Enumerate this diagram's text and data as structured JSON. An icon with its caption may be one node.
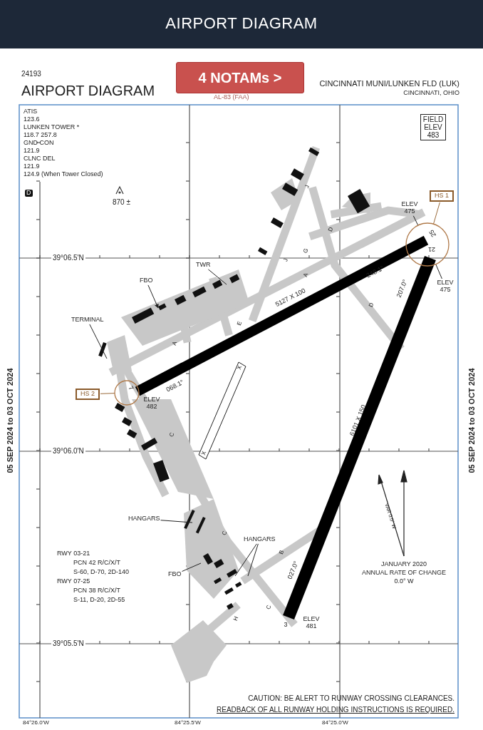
{
  "diagram": {
    "title": "AIRPORT DIAGRAM",
    "nodes": [
      {
        "text": [
          "TERMINAL"
        ]
      },
      {
        "text": [
          "FBO"
        ]
      },
      {
        "text": [
          "TWR"
        ]
      },
      {
        "text": [
          "HS 2"
        ]
      },
      {
        "text": [],
        "shape": "circle"
      },
      {
        "text": [
          "HS 1"
        ]
      },
      {
        "text": [],
        "shape": "circle"
      },
      {
        "text": [
          "ELEV 475"
        ]
      },
      {
        "text": [
          "ELEV 475"
        ]
      },
      {
        "text": [
          "HANGARS"
        ]
      },
      {
        "text": [
          "HANGARS"
        ]
      },
      {
        "text": [
          "FBO"
        ]
      }
    ],
    "edges": [
      {
        "from": 0,
        "to": null,
        "arrow": "none"
      },
      {
        "from": 1,
        "to": null,
        "arrow": "to"
      },
      {
        "from": 2,
        "to": null,
        "arrow": "none"
      },
      {
        "from": 3,
        "to": 4,
        "arrow": "none",
        "color": "#9a6a3a"
      },
      {
        "from": 5,
        "to": 6,
        "arrow": "none",
        "color": "#9a6a3a"
      },
      {
        "from": 7,
        "to": 6,
        "arrow": "none"
      },
      {
        "from": 8,
        "to": 6,
        "arrow": "none"
      },
      {
        "from": 9,
        "to": null,
        "arrow": "none"
      },
      {
        "from": 10,
        "to": null,
        "arrow": "none"
      },
      {
        "from": 10,
        "to": null,
        "arrow": "none"
      },
      {
        "from": 11,
        "to": null,
        "arrow": "none"
      }
    ],
    "labels": [
      "24193",
      "AIRPORT DIAGRAM",
      "4 NOTAMs >",
      "AL-83 (FAA)",
      "CINCINNATI MUNI/LUNKEN FLD (LUK)",
      "CINCINNATI, OHIO",
      "ATIS",
      "123.6",
      "LUNKEN TOWER *",
      "118.7 257.8",
      "GND CON",
      "121.9",
      "CLNC DEL",
      "121.9",
      "124.9 (When Tower Closed)",
      "D",
      "870 ±",
      "FIELD ELEV 483",
      "39°06.5'N",
      "39°06.0'N",
      "39°05.5'N",
      "05 SEP 2024 to 03 OCT 2024",
      "05 SEP 2024 to 03 OCT 2024",
      "25",
      "21",
      "7",
      "3",
      "ELEV 482",
      "ELEV 481",
      "5127 X 100",
      "6101 X 150",
      "248.1°",
      "207.0°",
      "068.1°",
      "027.0°",
      "VAR 0.0° W",
      "JANUARY 2020",
      "ANNUAL RATE OF CHANGE",
      "0.0° W",
      "RWY 03-21",
      "PCN 42 R/C/X/T",
      "S-60, D-70, 2D-140",
      "RWY 07-25",
      "PCN 38 R/C/X/T",
      "S-11, D-20, 2D-55",
      "CAUTION: BE ALERT TO RUNWAY CROSSING CLEARANCES.",
      "READBACK OF ALL RUNWAY HOLDING INSTRUCTIONS IS REQUIRED.",
      "84°26.0'W",
      "84°25.5'W",
      "84°25.0'W",
      "J",
      "J",
      "G",
      "D",
      "A",
      "A",
      "E",
      "D",
      "C",
      "C",
      "C",
      "B",
      "H",
      "X",
      "X"
    ]
  }
}
